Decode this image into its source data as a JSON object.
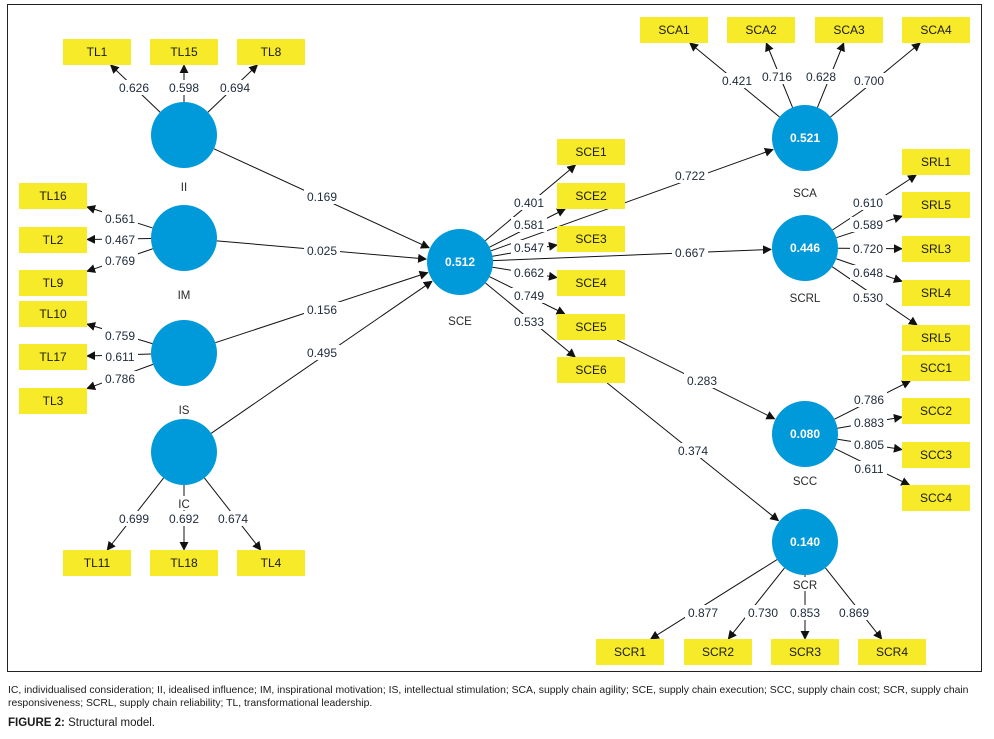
{
  "colors": {
    "latent_fill": "#0099da",
    "indicator_fill": "#f7ea29",
    "line": "#111111",
    "latent_text": "#ffffff"
  },
  "latents": [
    {
      "id": "II",
      "label": "II",
      "r2": ""
    },
    {
      "id": "IM",
      "label": "IM",
      "r2": ""
    },
    {
      "id": "IS",
      "label": "IS",
      "r2": ""
    },
    {
      "id": "IC",
      "label": "IC",
      "r2": ""
    },
    {
      "id": "SCE",
      "label": "SCE",
      "r2": "0.512"
    },
    {
      "id": "SCA",
      "label": "SCA",
      "r2": "0.521"
    },
    {
      "id": "SCRL",
      "label": "SCRL",
      "r2": "0.446"
    },
    {
      "id": "SCC",
      "label": "SCC",
      "r2": "0.080"
    },
    {
      "id": "SCR",
      "label": "SCR",
      "r2": "0.140"
    }
  ],
  "indicators": [
    {
      "id": "TL1",
      "label": "TL1",
      "latent": "II",
      "loading": "0.626"
    },
    {
      "id": "TL15",
      "label": "TL15",
      "latent": "II",
      "loading": "0.598"
    },
    {
      "id": "TL8",
      "label": "TL8",
      "latent": "II",
      "loading": "0.694"
    },
    {
      "id": "TL16",
      "label": "TL16",
      "latent": "IM",
      "loading": "0.561"
    },
    {
      "id": "TL2",
      "label": "TL2",
      "latent": "IM",
      "loading": "0.467"
    },
    {
      "id": "TL9",
      "label": "TL9",
      "latent": "IM",
      "loading": "0.769"
    },
    {
      "id": "TL10",
      "label": "TL10",
      "latent": "IS",
      "loading": "0.759"
    },
    {
      "id": "TL17",
      "label": "TL17",
      "latent": "IS",
      "loading": "0.611"
    },
    {
      "id": "TL3",
      "label": "TL3",
      "latent": "IS",
      "loading": "0.786"
    },
    {
      "id": "TL11",
      "label": "TL11",
      "latent": "IC",
      "loading": "0.699"
    },
    {
      "id": "TL18",
      "label": "TL18",
      "latent": "IC",
      "loading": "0.692"
    },
    {
      "id": "TL4",
      "label": "TL4",
      "latent": "IC",
      "loading": "0.674"
    },
    {
      "id": "SCE1",
      "label": "SCE1",
      "latent": "SCE",
      "loading": "0.401"
    },
    {
      "id": "SCE2",
      "label": "SCE2",
      "latent": "SCE",
      "loading": "0.581"
    },
    {
      "id": "SCE3",
      "label": "SCE3",
      "latent": "SCE",
      "loading": "0.547"
    },
    {
      "id": "SCE4",
      "label": "SCE4",
      "latent": "SCE",
      "loading": "0.662"
    },
    {
      "id": "SCE5",
      "label": "SCE5",
      "latent": "SCE",
      "loading": "0.749"
    },
    {
      "id": "SCE6",
      "label": "SCE6",
      "latent": "SCE",
      "loading": "0.533"
    },
    {
      "id": "SCA1",
      "label": "SCA1",
      "latent": "SCA",
      "loading": "0.421"
    },
    {
      "id": "SCA2",
      "label": "SCA2",
      "latent": "SCA",
      "loading": "0.716"
    },
    {
      "id": "SCA3",
      "label": "SCA3",
      "latent": "SCA",
      "loading": "0.628"
    },
    {
      "id": "SCA4",
      "label": "SCA4",
      "latent": "SCA",
      "loading": "0.700"
    },
    {
      "id": "SRL1",
      "label": "SRL1",
      "latent": "SCRL",
      "loading": "0.610"
    },
    {
      "id": "SRL5a",
      "label": "SRL5",
      "latent": "SCRL",
      "loading": "0.589"
    },
    {
      "id": "SRL3",
      "label": "SRL3",
      "latent": "SCRL",
      "loading": "0.720"
    },
    {
      "id": "SRL4",
      "label": "SRL4",
      "latent": "SCRL",
      "loading": "0.648"
    },
    {
      "id": "SRL5b",
      "label": "SRL5",
      "latent": "SCRL",
      "loading": "0.530"
    },
    {
      "id": "SCC1",
      "label": "SCC1",
      "latent": "SCC",
      "loading": "0.786"
    },
    {
      "id": "SCC2",
      "label": "SCC2",
      "latent": "SCC",
      "loading": "0.883"
    },
    {
      "id": "SCC3",
      "label": "SCC3",
      "latent": "SCC",
      "loading": "0.805"
    },
    {
      "id": "SCC4",
      "label": "SCC4",
      "latent": "SCC",
      "loading": "0.611"
    },
    {
      "id": "SCR1",
      "label": "SCR1",
      "latent": "SCR",
      "loading": "0.877"
    },
    {
      "id": "SCR2",
      "label": "SCR2",
      "latent": "SCR",
      "loading": "0.730"
    },
    {
      "id": "SCR3",
      "label": "SCR3",
      "latent": "SCR",
      "loading": "0.853"
    },
    {
      "id": "SCR4",
      "label": "SCR4",
      "latent": "SCR",
      "loading": "0.869"
    }
  ],
  "paths": [
    {
      "from": "II",
      "to": "SCE",
      "coef": "0.169"
    },
    {
      "from": "IM",
      "to": "SCE",
      "coef": "0.025"
    },
    {
      "from": "IS",
      "to": "SCE",
      "coef": "0.156"
    },
    {
      "from": "IC",
      "to": "SCE",
      "coef": "0.495"
    },
    {
      "from": "SCE",
      "to": "SCA",
      "coef": "0.722"
    },
    {
      "from": "SCE",
      "to": "SCRL",
      "coef": "0.667"
    },
    {
      "from": "SCE",
      "to": "SCC",
      "coef": "0.283"
    },
    {
      "from": "SCE",
      "to": "SCR",
      "coef": "0.374"
    }
  ],
  "caption": {
    "abbreviations": "IC, individualised consideration; II, idealised influence; IM, inspirational motivation; IS, intellectual stimulation; SCA, supply chain agility; SCE, supply chain execution; SCC, supply chain cost; SCR, supply chain responsiveness; SCRL, supply chain reliability; TL, transformational leadership.",
    "figure_label": "FIGURE 2:",
    "figure_title": "Structural model."
  }
}
